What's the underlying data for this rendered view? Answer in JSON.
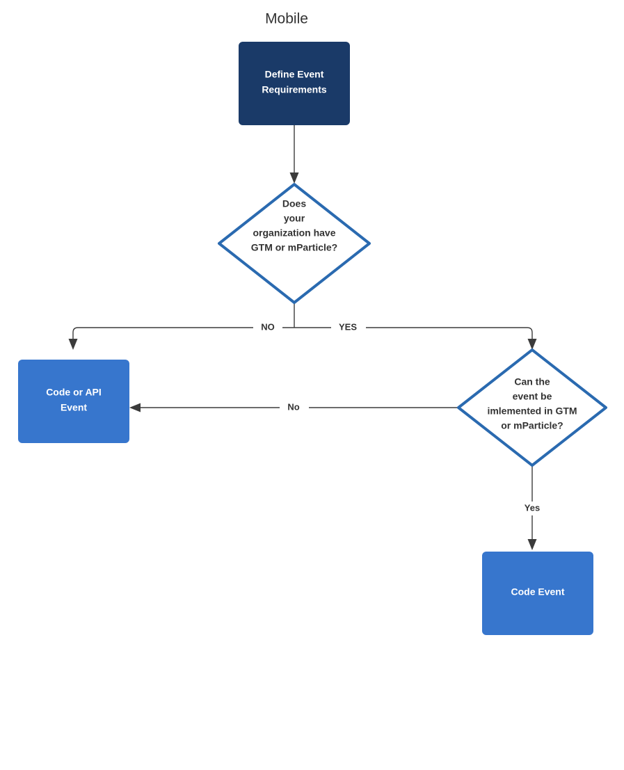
{
  "diagram": {
    "title": "Mobile",
    "colors": {
      "process_dark": "#1a3a68",
      "process_light": "#3776cd",
      "decision_stroke": "#2a6ab0",
      "decision_fill": "#ffffff",
      "edge": "#3b3b3b",
      "text_on_fill": "#ffffff",
      "text_on_white": "#333333",
      "background": "#ffffff"
    },
    "nodes": [
      {
        "id": "define-event-requirements",
        "type": "process",
        "lines": [
          "Define Event",
          "Requirements"
        ],
        "fill": "#1a3a68"
      },
      {
        "id": "has-gtm-or-mparticle",
        "type": "decision",
        "lines": [
          "Does",
          "your",
          "organization have",
          "GTM or mParticle?"
        ],
        "fill": "#ffffff"
      },
      {
        "id": "code-or-api-event",
        "type": "process",
        "lines": [
          "Code or API",
          "Event"
        ],
        "fill": "#3776cd"
      },
      {
        "id": "can-event-be-implemented",
        "type": "decision",
        "lines": [
          "Can the",
          "event be",
          "imlemented in GTM",
          "or mParticle?"
        ],
        "fill": "#ffffff"
      },
      {
        "id": "code-event",
        "type": "process",
        "lines": [
          "Code Event"
        ],
        "fill": "#3776cd"
      }
    ],
    "edges": [
      {
        "id": "start-to-decision1",
        "label": ""
      },
      {
        "id": "decision1-no",
        "label": "NO"
      },
      {
        "id": "decision1-yes",
        "label": "YES"
      },
      {
        "id": "decision2-no",
        "label": "No"
      },
      {
        "id": "decision2-yes",
        "label": "Yes"
      }
    ]
  }
}
